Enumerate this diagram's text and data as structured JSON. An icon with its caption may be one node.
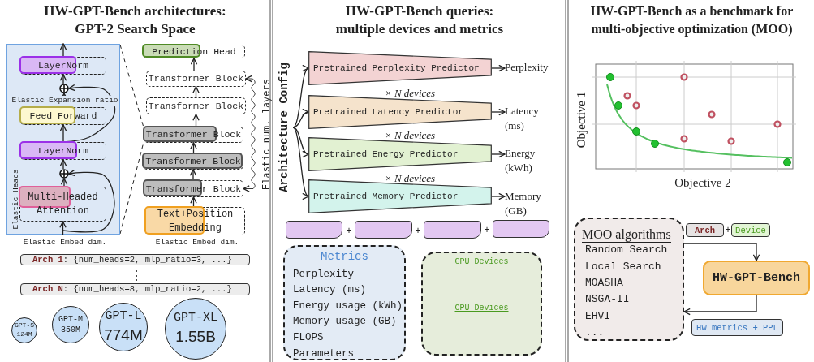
{
  "diagram": {
    "nodes": [
      {
        "text": [
          "Elastic Heads"
        ]
      },
      {
        "text": [
          "LayerNorm"
        ],
        "in": 0
      },
      {
        "text": [],
        "shape": "circle",
        "in": 0
      },
      {
        "text": [
          "Feed Forward"
        ],
        "in": 0
      },
      {
        "text": [
          "LayerNorm"
        ],
        "in": 0
      },
      {
        "text": [],
        "shape": "circle",
        "in": 0
      },
      {
        "text": [
          "Multi-Headed Attention"
        ],
        "in": 0
      },
      {
        "text": [
          "Prediction Head"
        ]
      },
      {
        "text": [
          "Transformer Block"
        ]
      },
      {
        "text": [
          "Transformer Block"
        ]
      },
      {
        "text": [
          "Transformer Block"
        ]
      },
      {
        "text": [
          "Transformer Block"
        ]
      },
      {
        "text": [
          "Transformer Block"
        ]
      },
      {
        "text": [
          "Text+Position Embedding"
        ]
      },
      {
        "text": [
          "**Arch 1**: {num_heads=2, mlp_ratio=3, ...}"
        ]
      },
      {
        "text": [
          "**Arch N**: {num_heads=8, mlp_ratio=2, ...}"
        ]
      },
      {
        "text": [
          "GPT-S",
          "124M"
        ]
      },
      {
        "text": [
          "GPT-M",
          "350M"
        ]
      },
      {
        "text": [
          "GPT-L",
          "774M"
        ]
      },
      {
        "text": [
          "GPT-XL",
          "1.55B"
        ]
      },
      {
        "text": [
          "Architecture Config"
        ]
      },
      {
        "text": [
          "Pretrained Perplexity Predictor"
        ]
      },
      {
        "text": [
          "Pretrained Latency Predictor"
        ],
        "beside": [
          "× *N devices*"
        ]
      },
      {
        "text": [
          "Pretrained Energy Predictor"
        ],
        "beside": [
          "× *N devices*"
        ]
      },
      {
        "text": [
          "Pretrained Memory Predictor"
        ],
        "beside": [
          "× *N devices*"
        ]
      },
      {
        "text": [
          "Perplexity"
        ]
      },
      {
        "text": [
          "Latency (ms)"
        ]
      },
      {
        "text": [
          "Energy (kWh)"
        ]
      },
      {
        "text": [
          "Memory (GB)"
        ]
      },
      {
        "text": [],
        "shape": "box"
      },
      {
        "text": [],
        "shape": "box"
      },
      {
        "text": [],
        "shape": "box"
      },
      {
        "text": [],
        "shape": "box"
      },
      {
        "text": [
          "Metrics",
          "Perplexity",
          "Latency (ms)",
          "Energy usage (kWh)",
          "Memory usage (GB)",
          "FLOPS",
          "Parameters"
        ]
      },
      {
        "text": [
          "GPU Devices",
          "CPU Devices"
        ]
      },
      {
        "text": [
          "MOO algorithms",
          "Random Search",
          "Local Search",
          "MOASHA",
          "NSGA-II",
          "EHVI",
          "..."
        ]
      },
      {
        "text": [
          "Arch"
        ]
      },
      {
        "text": [
          "Device"
        ]
      },
      {
        "text": [
          "HW-GPT-Bench"
        ]
      },
      {
        "text": [
          "HW metrics + PPL"
        ]
      }
    ],
    "edges": [
      {
        "from": 6,
        "to": 5,
        "arrow": "to"
      },
      {
        "from": 5,
        "to": 4,
        "arrow": "to"
      },
      {
        "from": 4,
        "to": 3,
        "arrow": "to"
      },
      {
        "from": 3,
        "to": 2,
        "arrow": "to"
      },
      {
        "from": 2,
        "to": 1,
        "arrow": "to"
      },
      {
        "from": 1,
        "to": 0,
        "arrow": "to"
      },
      {
        "from": 0,
        "to": 6,
        "arrow": "to"
      },
      {
        "from": null,
        "to": 5,
        "arrow": "to"
      },
      {
        "from": 4,
        "to": 2,
        "arrow": "to"
      },
      {
        "from": 13,
        "to": 12,
        "arrow": "to"
      },
      {
        "from": 12,
        "to": 11,
        "arrow": "to"
      },
      {
        "from": 11,
        "to": 10,
        "arrow": "to"
      },
      {
        "from": 10,
        "to": 9,
        "arrow": "to"
      },
      {
        "from": 9,
        "to": 8,
        "arrow": "to"
      },
      {
        "from": 8,
        "to": 7,
        "arrow": "to"
      },
      {
        "from": 12,
        "to": 8,
        "arrow": "both"
      },
      {
        "from": 20,
        "to": 21,
        "arrow": "to"
      },
      {
        "from": 20,
        "to": 22,
        "arrow": "to"
      },
      {
        "from": 20,
        "to": 23,
        "arrow": "to"
      },
      {
        "from": 20,
        "to": 24,
        "arrow": "to"
      },
      {
        "from": 21,
        "to": 25,
        "arrow": "to"
      },
      {
        "from": 22,
        "to": 26,
        "arrow": "to"
      },
      {
        "from": 23,
        "to": 27,
        "arrow": "to"
      },
      {
        "from": 24,
        "to": 28,
        "arrow": "to"
      },
      {
        "from": 35,
        "to": 38,
        "arrow": "to"
      },
      {
        "from": 38,
        "to": 35,
        "arrow": "to"
      }
    ],
    "labels": [
      "HW-GPT-Bench architectures: GPT-2 Search Space",
      "Elastic Expansion ratio",
      "Elastic Embed dim.",
      "Elastic Embed dim.",
      "Elastic num. layers",
      "⋮",
      "HW-GPT-Bench queries: multiple devices and metrics",
      "+",
      "+",
      "+",
      "HW-GPT-Bench as a benchmark for multi-objective optimization (MOO)",
      "Objective 1",
      "Objective 2",
      "+"
    ]
  }
}
